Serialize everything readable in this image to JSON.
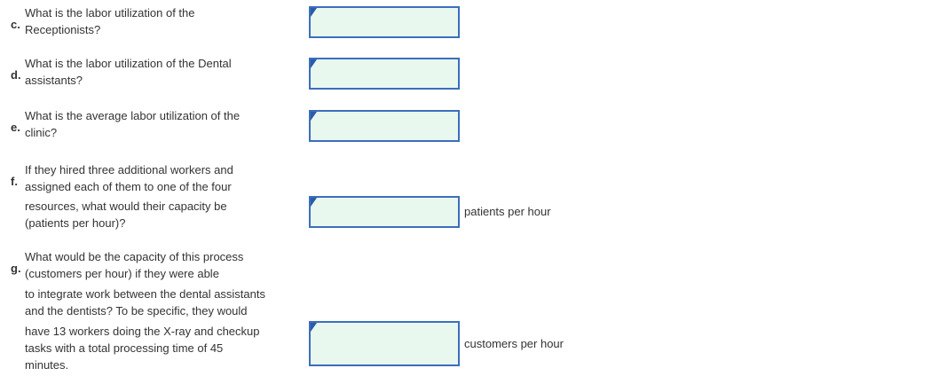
{
  "colors": {
    "page_bg": "#ffffff",
    "text": "#333333",
    "box_border": "#3c6ebe",
    "box_fill": "#e9f8ef",
    "marker": "#2a5ca8"
  },
  "questions": [
    {
      "letter": "c.",
      "lines": [
        "What is the labor utilization of the",
        "Receptionists?"
      ],
      "answer_value": "",
      "unit": ""
    },
    {
      "letter": "d.",
      "lines": [
        "What is the labor utilization of the Dental",
        "assistants?"
      ],
      "answer_value": "",
      "unit": ""
    },
    {
      "letter": "e.",
      "lines": [
        "What is the average labor utilization of the",
        "clinic?"
      ],
      "answer_value": "",
      "unit": ""
    },
    {
      "letter": "f.",
      "lines": [
        "If they hired three additional workers and",
        "assigned each of them to one of the four",
        "resources, what would their capacity be",
        "(patients per hour)?"
      ],
      "answer_value": "",
      "unit": "patients per hour"
    },
    {
      "letter": "g.",
      "lines": [
        "What would be the capacity of this process",
        "(customers per hour) if they were able",
        "to integrate work between the dental assistants",
        "and the dentists? To be specific, they would",
        "have 13 workers doing the X-ray and checkup",
        "tasks with a total processing time of 45",
        "minutes."
      ],
      "answer_value": "",
      "unit": "customers per hour"
    }
  ]
}
